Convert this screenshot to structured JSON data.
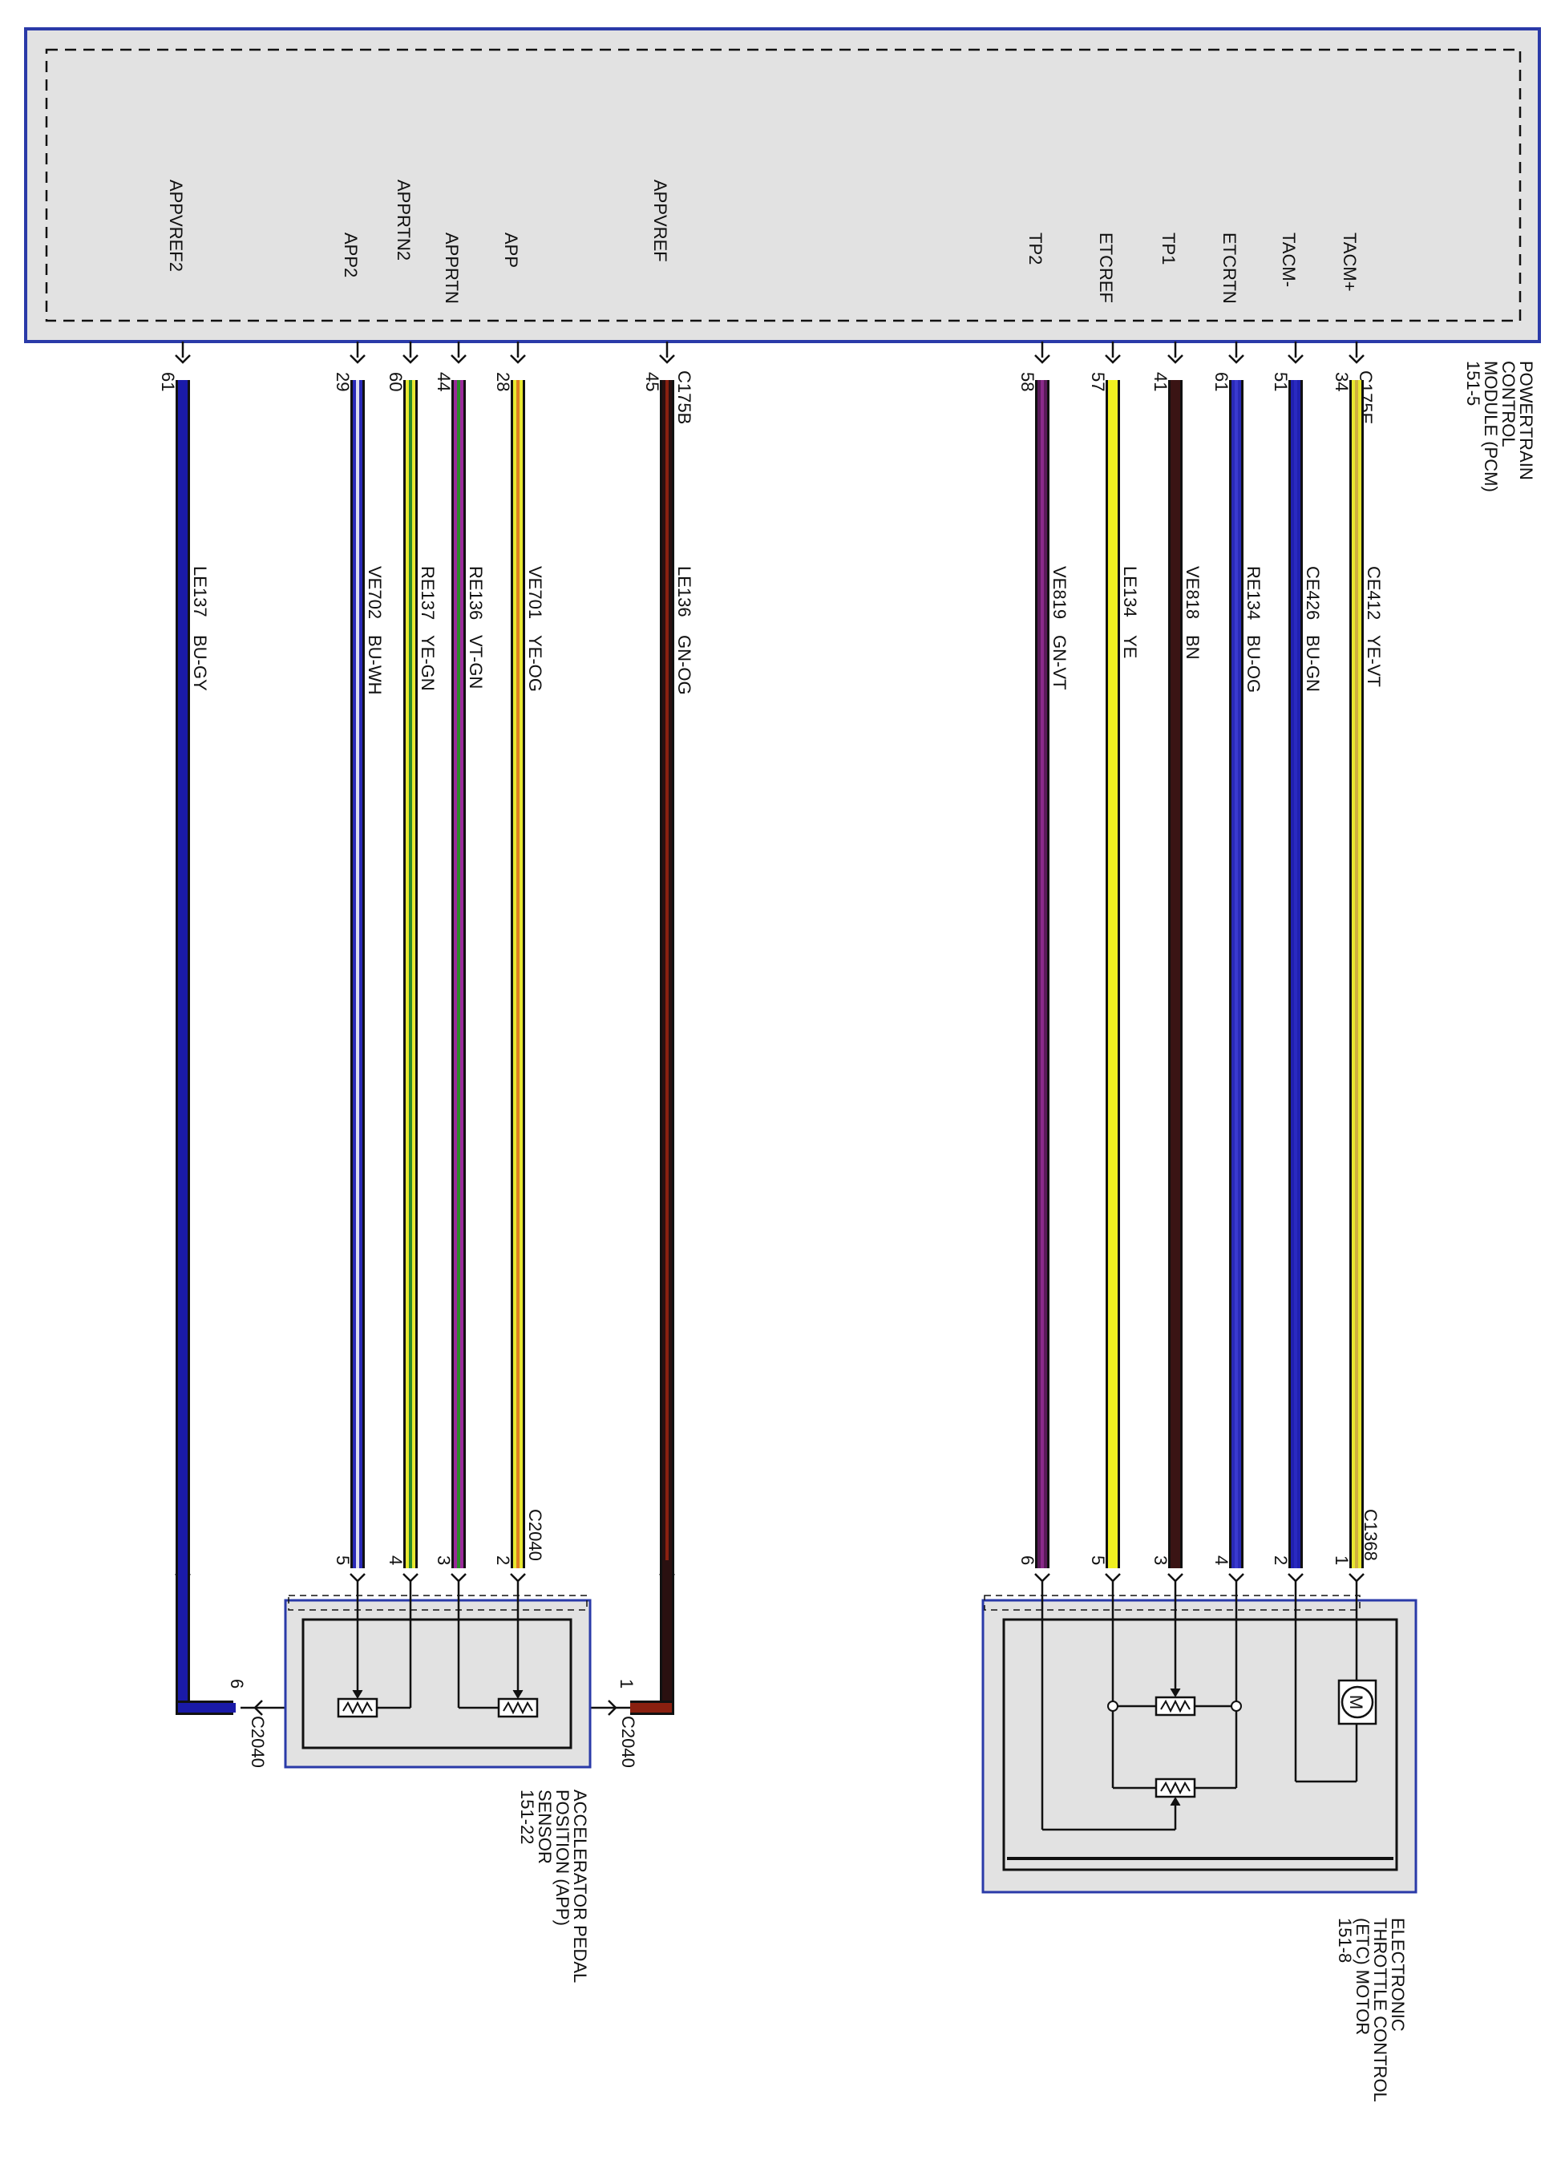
{
  "pcm": {
    "title_lines": [
      "POWERTRAIN",
      "CONTROL",
      "MODULE (PCM)",
      "151-5"
    ],
    "connector_left": "C175B",
    "connector_right": "C175E"
  },
  "app_sensor": {
    "title_lines": [
      "ACCELERATOR PEDAL",
      "POSITION (APP)",
      "SENSOR",
      "151-22"
    ],
    "connector": "C2040",
    "connector_left_label": "C2040",
    "connector_right_label": "C2040"
  },
  "etc_motor": {
    "title_lines": [
      "ELECTRONIC",
      "THROTTLE CONTROL",
      "(ETC) MOTOR",
      "151-8"
    ],
    "connector": "C1368",
    "motor_symbol": "M"
  },
  "wires": [
    {
      "signal": "APPVREF2",
      "pin": "61",
      "circuit": "LE137",
      "color_code": "BU-GY",
      "end_pin": "6",
      "base": "#1a1aa8",
      "stripe": "#1a1aa8",
      "group": "app"
    },
    {
      "signal": "APP2",
      "pin": "29",
      "circuit": "VE702",
      "color_code": "BU-WH",
      "end_pin": "5",
      "base": "#2a2ab8",
      "stripe": "#dcdcf0",
      "group": "app"
    },
    {
      "signal": "APPRTN2",
      "pin": "60",
      "circuit": "RE137",
      "color_code": "YE-GN",
      "end_pin": "4",
      "base": "#e8e830",
      "stripe": "#2a8a2a",
      "group": "app"
    },
    {
      "signal": "APPRTN",
      "pin": "44",
      "circuit": "RE136",
      "color_code": "VT-GN",
      "end_pin": "3",
      "base": "#9a2a9a",
      "stripe": "#2a8a2a",
      "group": "app"
    },
    {
      "signal": "APP",
      "pin": "28",
      "circuit": "VE701",
      "color_code": "YE-OG",
      "end_pin": "2",
      "base": "#e8e830",
      "stripe": "#e08020",
      "group": "app"
    },
    {
      "signal": "APPVREF",
      "pin": "45",
      "circuit": "LE136",
      "color_code": "GN-OG",
      "end_pin": "1",
      "base": "#2a1010",
      "stripe": "#8a2010",
      "group": "app"
    },
    {
      "signal": "TP2",
      "pin": "58",
      "circuit": "VE819",
      "color_code": "GN-VT",
      "end_pin": "6",
      "base": "#5a1a5a",
      "stripe": "#8a2a8a",
      "group": "etc"
    },
    {
      "signal": "ETCREF",
      "pin": "57",
      "circuit": "LE134",
      "color_code": "YE",
      "end_pin": "5",
      "base": "#f0f020",
      "stripe": "#f0f020",
      "group": "etc"
    },
    {
      "signal": "TP1",
      "pin": "41",
      "circuit": "VE818",
      "color_code": "BN",
      "end_pin": "3",
      "base": "#3a1414",
      "stripe": "#3a1414",
      "group": "etc"
    },
    {
      "signal": "ETCRTN",
      "pin": "61",
      "circuit": "RE134",
      "color_code": "BU-OG",
      "end_pin": "4",
      "base": "#2a2ab8",
      "stripe": "#3a3ad0",
      "group": "etc"
    },
    {
      "signal": "TACM-",
      "pin": "51",
      "circuit": "CE426",
      "color_code": "BU-GN",
      "end_pin": "2",
      "base": "#2020b0",
      "stripe": "#2a2ac0",
      "group": "etc"
    },
    {
      "signal": "TACM+",
      "pin": "34",
      "circuit": "CE412",
      "color_code": "YE-VT",
      "end_pin": "1",
      "base": "#e8e830",
      "stripe": "#d0b040",
      "group": "etc"
    }
  ]
}
